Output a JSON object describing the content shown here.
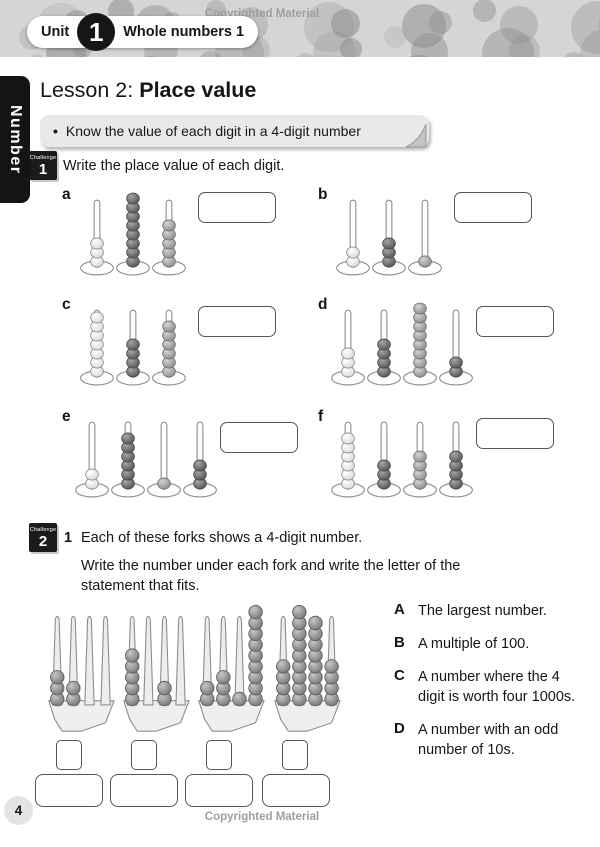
{
  "meta": {
    "copyright_top": "Copyrighted Material",
    "copyright_bottom": "Copyrighted Material",
    "page_number": "4"
  },
  "header": {
    "unit_label": "Unit",
    "unit_number": "1",
    "unit_title": "Whole numbers 1"
  },
  "sidebar": {
    "strand": "Number"
  },
  "lesson": {
    "prefix": "Lesson 2:",
    "title": "Place value",
    "bullet": "•",
    "objective": "Know the value of each digit in a 4-digit number"
  },
  "challenge1": {
    "badge_label": "Challenge",
    "badge_number": "1",
    "instruction": "Write the place value of each digit.",
    "items": [
      {
        "label": "a",
        "spikes": [
          {
            "count": 3,
            "color": "white"
          },
          {
            "count": 8,
            "color": "dark"
          },
          {
            "count": 5,
            "color": "light"
          }
        ]
      },
      {
        "label": "b",
        "spikes": [
          {
            "count": 2,
            "color": "white"
          },
          {
            "count": 3,
            "color": "dark"
          },
          {
            "count": 1,
            "color": "light"
          }
        ]
      },
      {
        "label": "c",
        "spikes": [
          {
            "count": 7,
            "color": "white"
          },
          {
            "count": 4,
            "color": "dark"
          },
          {
            "count": 6,
            "color": "light"
          }
        ]
      },
      {
        "label": "d",
        "spikes": [
          {
            "count": 3,
            "color": "white"
          },
          {
            "count": 4,
            "color": "dark"
          },
          {
            "count": 8,
            "color": "light"
          },
          {
            "count": 2,
            "color": "dark"
          }
        ]
      },
      {
        "label": "e",
        "spikes": [
          {
            "count": 2,
            "color": "white"
          },
          {
            "count": 6,
            "color": "dark"
          },
          {
            "count": 1,
            "color": "light"
          },
          {
            "count": 3,
            "color": "dark"
          }
        ]
      },
      {
        "label": "f",
        "spikes": [
          {
            "count": 6,
            "color": "white"
          },
          {
            "count": 3,
            "color": "dark"
          },
          {
            "count": 4,
            "color": "light"
          },
          {
            "count": 4,
            "color": "dark"
          }
        ]
      }
    ]
  },
  "challenge2": {
    "badge_label": "Challenge",
    "badge_number": "2",
    "question_number": "1",
    "line1": "Each of these forks shows a 4-digit number.",
    "line2": "Write the number under each fork and write the letter of the statement that fits.",
    "forks": [
      {
        "beads": [
          3,
          2,
          0,
          0
        ]
      },
      {
        "beads": [
          5,
          0,
          2,
          0
        ]
      },
      {
        "beads": [
          2,
          3,
          1,
          9
        ]
      },
      {
        "beads": [
          4,
          9,
          8,
          4
        ]
      }
    ],
    "statements": [
      {
        "letter": "A",
        "text": "The largest number."
      },
      {
        "letter": "B",
        "text": "A multiple of 100."
      },
      {
        "letter": "C",
        "text": "A number where the 4 digit is worth four 1000s."
      },
      {
        "letter": "D",
        "text": "A number with an odd number of 10s."
      }
    ]
  },
  "colors": {
    "band_bg": "#d5d5d5",
    "bubble": "#8b8b8b",
    "tab_bg": "#141414",
    "badge_bg": "#1b1b1b",
    "objective_bg": "#e9e9e9",
    "box_border": "#555555",
    "bead_white": "#ffffff",
    "bead_dark": "#6b6b6b",
    "bead_light": "#9d9d9d",
    "fork_bead": "#9a9a9a",
    "copyright_text": "#9e9e9e"
  }
}
